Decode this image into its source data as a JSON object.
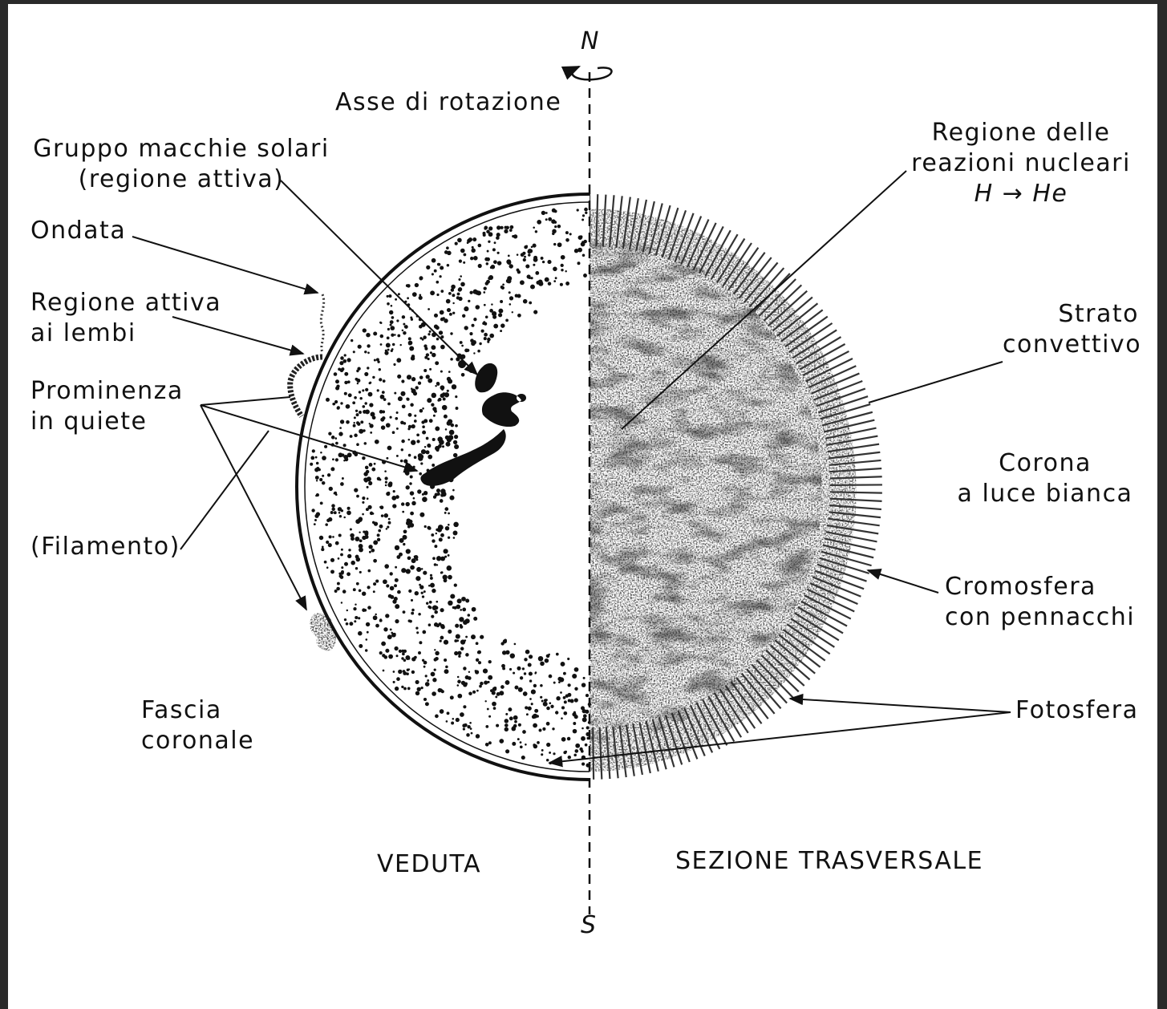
{
  "axis": {
    "north": "N",
    "south": "S",
    "label": "Asse di rotazione"
  },
  "labels": {
    "sunspot_group_line1": "Gruppo macchie solari",
    "sunspot_group_line2": "(regione attiva)",
    "surge": "Ondata",
    "limb_active_line1": "Regione attiva",
    "limb_active_line2": "ai lembi",
    "prominence_line1": "Prominenza",
    "prominence_line2": "in quiete",
    "filament": "(Filamento)",
    "coronal_band_line1": "Fascia",
    "coronal_band_line2": "coronale",
    "nuclear_line1": "Regione delle",
    "nuclear_line2": "reazioni nucleari",
    "nuclear_formula": "H → He",
    "convective_line1": "Strato",
    "convective_line2": "convettivo",
    "corona_line1": "Corona",
    "corona_line2": "a luce bianca",
    "chromosphere_line1": "Cromosfera",
    "chromosphere_line2": "con pennacchi",
    "photosphere": "Fotosfera"
  },
  "sections": {
    "view": "VEDUTA",
    "cross_section": "SEZIONE TRASVERSALE"
  },
  "colors": {
    "ink": "#111111",
    "paper": "#ffffff",
    "frame": "#2a2a2a"
  }
}
